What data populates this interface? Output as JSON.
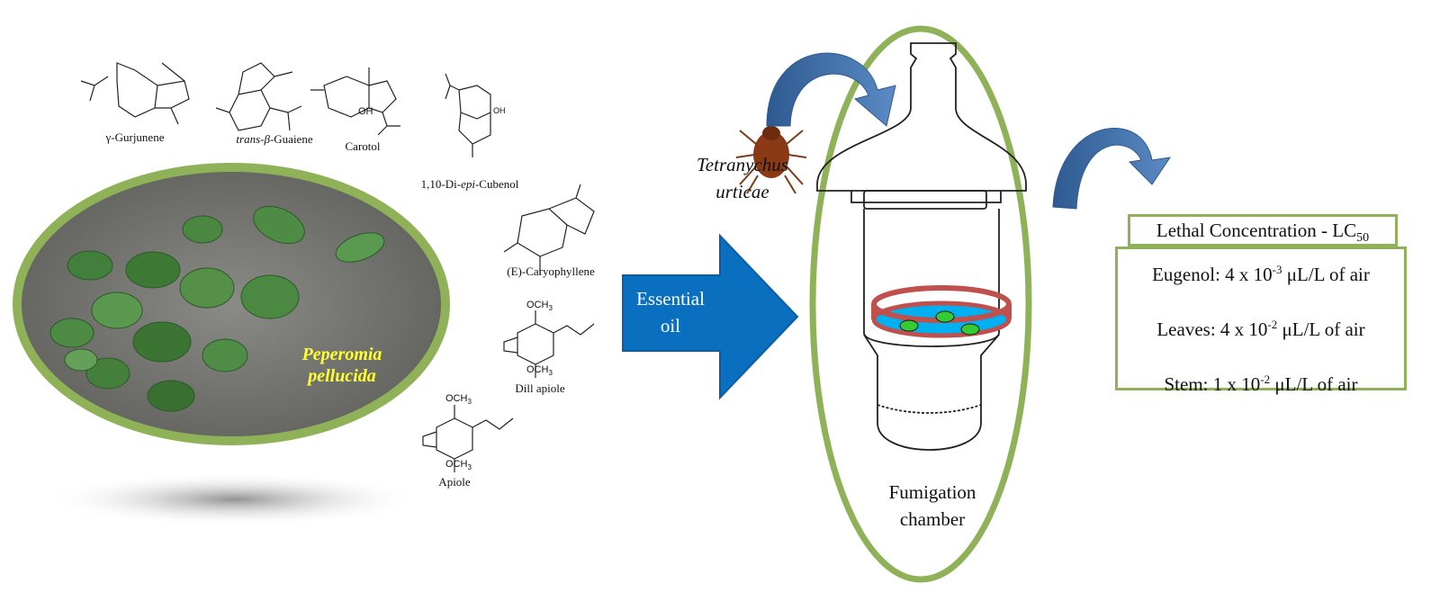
{
  "molecules": [
    {
      "name_prefix": "γ-",
      "name": "Gurjunene"
    },
    {
      "name_prefix": "trans-β-",
      "name": "Guaiene"
    },
    {
      "name_prefix": "",
      "name": "Carotol"
    },
    {
      "name_prefix": "1,10-Di-",
      "name_italic": "epi",
      "name": "-Cubenol"
    },
    {
      "name_prefix": "(E)-",
      "name": "Caryophyllene"
    },
    {
      "name_prefix": "",
      "name": "Dill apiole"
    },
    {
      "name_prefix": "",
      "name": "Apiole"
    }
  ],
  "chem_labels": {
    "oh": "OH",
    "och3": "OCH3"
  },
  "plant": {
    "line1": "Peperomia",
    "line2": "pellucida"
  },
  "arrow": {
    "line1": "Essential",
    "line2": "oil"
  },
  "mite": {
    "line1": "Tetranychus",
    "line2": "urticae"
  },
  "chamber": {
    "line1": "Fumigation",
    "line2": "chamber"
  },
  "results": {
    "title": "Lethal Concentration - LC",
    "title_sub": "50",
    "rows": [
      {
        "label": "Eugenol: 4 x 10",
        "exp": "-3",
        "unit": " μL/L of air"
      },
      {
        "label": "Leaves: 4 x 10",
        "exp": "-2",
        "unit": " μL/L of air"
      },
      {
        "label": "Stem: 1 x 10",
        "exp": "-2",
        "unit": " μL/L of air"
      }
    ]
  },
  "colors": {
    "green_frame": "#8fb157",
    "blue_arrow": "#0b6fc0",
    "curved_arrow": "#4470a8",
    "plant_label": "#ffff33"
  }
}
